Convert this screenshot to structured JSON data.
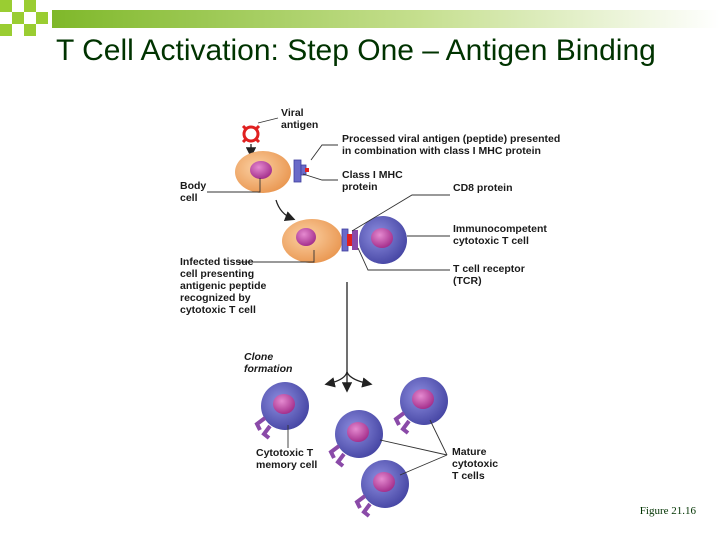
{
  "slide": {
    "title": "T Cell Activation: Step One – Antigen Binding",
    "caption": "Figure 21.16"
  },
  "labels": {
    "viral_antigen": [
      "Viral",
      "antigen"
    ],
    "processed_antigen": [
      "Processed viral antigen (peptide) presented",
      "in combination with class I MHC protein"
    ],
    "class_i_mhc": [
      "Class I MHC",
      "protein"
    ],
    "body_cell": [
      "Body",
      "cell"
    ],
    "cd8": [
      "CD8 protein"
    ],
    "immunocompetent": [
      "Immunocompetent",
      "cytotoxic T cell"
    ],
    "tcr": [
      "T cell receptor",
      "(TCR)"
    ],
    "infected": [
      "Infected tissue",
      "cell presenting",
      "antigenic peptide",
      "recognized by",
      "cytotoxic T cell"
    ],
    "clone": [
      "Clone",
      "formation"
    ],
    "memory": [
      "Cytotoxic T",
      "memory cell"
    ],
    "mature": [
      "Mature",
      "cytotoxic",
      "T cells"
    ]
  },
  "colors": {
    "title": "#003300",
    "body_cell": "#f0a868",
    "nucleus": "#c04ea8",
    "t_cell": "#5a5ab8",
    "receptor": "#8a4aa8",
    "antigen": "#e02020",
    "accent_green": "#9acd32"
  }
}
